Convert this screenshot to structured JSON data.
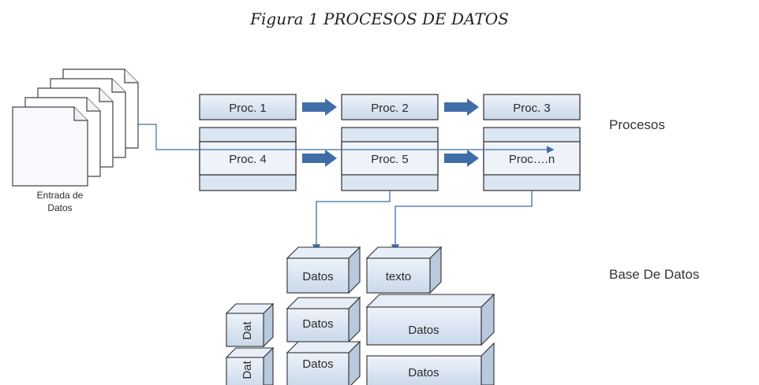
{
  "figure_title": "Figura 1 PROCESOS DE DATOS",
  "input": {
    "label_line1": "Entrada de",
    "label_line2": "Datos"
  },
  "processes": {
    "top_row": [
      "Proc. 1",
      "Proc. 2",
      "Proc. 3"
    ],
    "bottom_row": [
      "Proc. 4",
      "Proc. 5",
      "Proc….n"
    ]
  },
  "side_labels": {
    "processes": "Procesos",
    "database": "Base De Datos"
  },
  "database": {
    "top_left": "Datos",
    "top_right": "texto",
    "mid_left": "Datos",
    "big_right_top": "Datos",
    "small_left_top": "Dat",
    "bottom_left": "Datos",
    "big_right_bottom": "Datos",
    "small_left_bottom": "Dat"
  },
  "colors": {
    "box_fill": "#dbe6f3",
    "box_stroke": "#2f2f2f",
    "arrow": "#3f6da8"
  }
}
